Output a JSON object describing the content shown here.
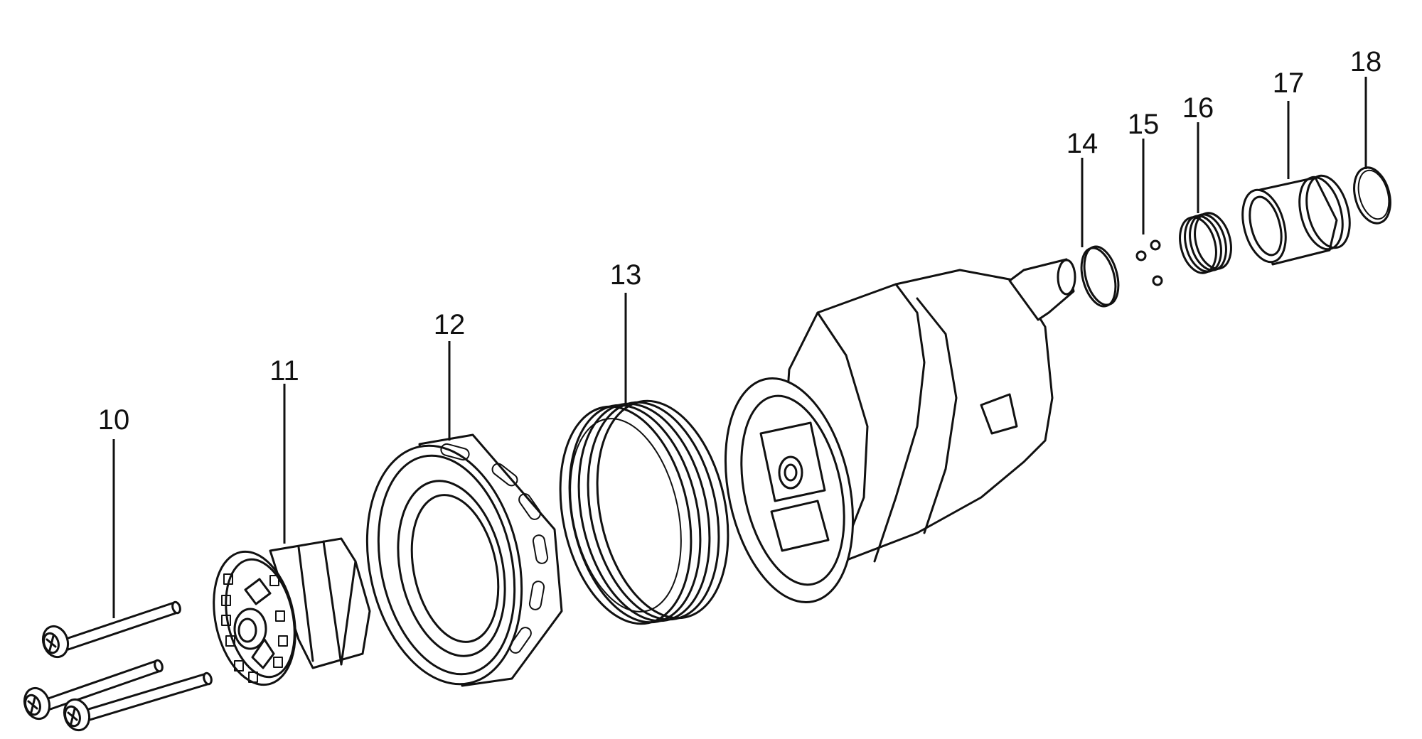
{
  "callouts": [
    {
      "id": "10",
      "label": "10"
    },
    {
      "id": "11",
      "label": "11"
    },
    {
      "id": "12",
      "label": "12"
    },
    {
      "id": "13",
      "label": "13"
    },
    {
      "id": "14",
      "label": "14"
    },
    {
      "id": "15",
      "label": "15"
    },
    {
      "id": "16",
      "label": "16"
    },
    {
      "id": "17",
      "label": "17"
    },
    {
      "id": "18",
      "label": "18"
    }
  ]
}
